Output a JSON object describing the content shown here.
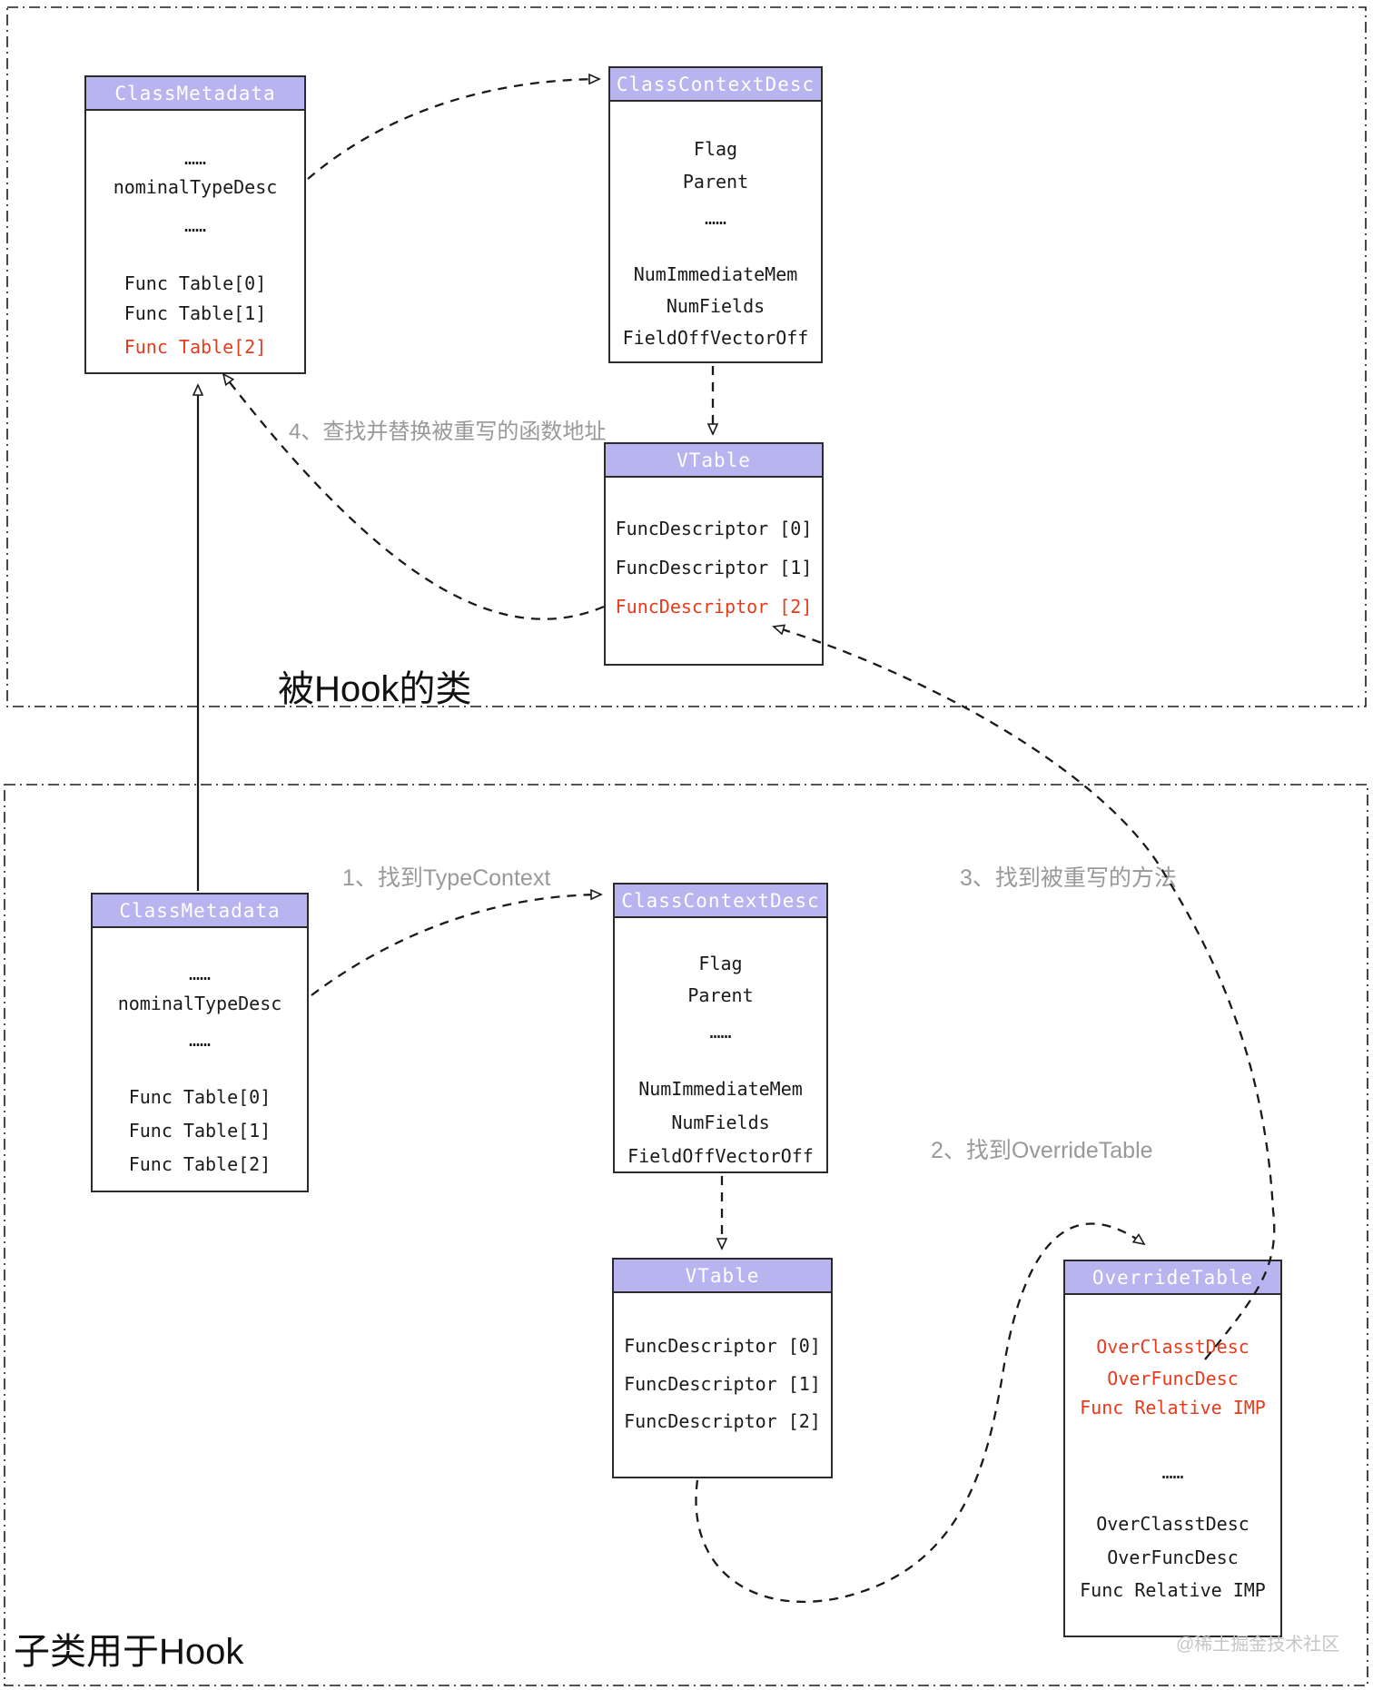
{
  "regions": {
    "hooked_class": {
      "label": "被Hook的类"
    },
    "subclass_for_hook": {
      "label": "子类用于Hook"
    }
  },
  "steps": {
    "step1": "1、找到TypeContext",
    "step2": "2、找到OverrideTable",
    "step3": "3、找到被重写的方法",
    "step4": "4、查找并替换被重写的函数地址"
  },
  "boxes": {
    "class_metadata_top": {
      "title": "ClassMetadata",
      "rows": [
        {
          "text": "……"
        },
        {
          "text": "nominalTypeDesc"
        },
        {
          "text": "……"
        },
        {
          "text": "Func Table[0]"
        },
        {
          "text": "Func Table[1]"
        },
        {
          "text": "Func Table[2]",
          "highlight": true
        }
      ]
    },
    "class_context_desc_top": {
      "title": "ClassContextDesc",
      "rows": [
        {
          "text": "Flag"
        },
        {
          "text": "Parent"
        },
        {
          "text": "……"
        },
        {
          "text": "NumImmediateMem"
        },
        {
          "text": "NumFields"
        },
        {
          "text": "FieldOffVectorOff"
        }
      ]
    },
    "vtable_top": {
      "title": "VTable",
      "rows": [
        {
          "text": "FuncDescriptor [0]"
        },
        {
          "text": "FuncDescriptor [1]"
        },
        {
          "text": "FuncDescriptor [2]",
          "highlight": true
        }
      ]
    },
    "class_metadata_bottom": {
      "title": "ClassMetadata",
      "rows": [
        {
          "text": "……"
        },
        {
          "text": "nominalTypeDesc"
        },
        {
          "text": "……"
        },
        {
          "text": "Func Table[0]"
        },
        {
          "text": "Func Table[1]"
        },
        {
          "text": "Func Table[2]"
        }
      ]
    },
    "class_context_desc_bottom": {
      "title": "ClassContextDesc",
      "rows": [
        {
          "text": "Flag"
        },
        {
          "text": "Parent"
        },
        {
          "text": "……"
        },
        {
          "text": "NumImmediateMem"
        },
        {
          "text": "NumFields"
        },
        {
          "text": "FieldOffVectorOff"
        }
      ]
    },
    "vtable_bottom": {
      "title": "VTable",
      "rows": [
        {
          "text": "FuncDescriptor [0]"
        },
        {
          "text": "FuncDescriptor [1]"
        },
        {
          "text": "FuncDescriptor [2]"
        }
      ]
    },
    "override_table": {
      "title": "OverrideTable",
      "rows": [
        {
          "text": "OverClasstDesc",
          "highlight": true
        },
        {
          "text": "OverFuncDesc",
          "highlight": true
        },
        {
          "text": "Func Relative IMP",
          "highlight": true
        },
        {
          "text": "……"
        },
        {
          "text": "OverClasstDesc"
        },
        {
          "text": "OverFuncDesc"
        },
        {
          "text": "Func Relative IMP"
        }
      ]
    }
  },
  "watermark": "@稀土掘金技术社区",
  "colors": {
    "header_fill": "#b7b4f0",
    "highlight_red": "#e53c1e",
    "step_label_gray": "#999999"
  }
}
